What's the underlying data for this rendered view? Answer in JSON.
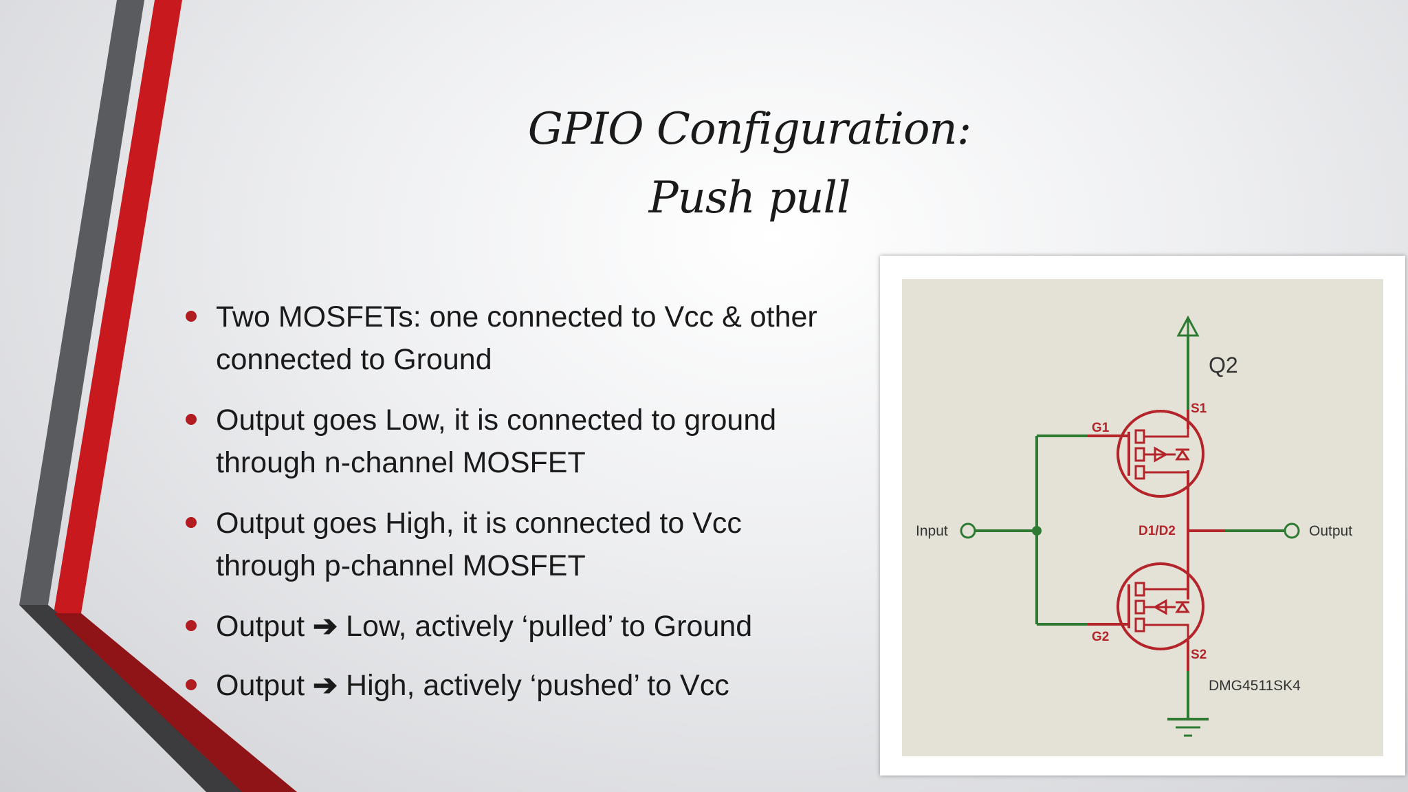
{
  "slide": {
    "title_lines": [
      "GPIO Configuration:",
      "Push pull"
    ],
    "bullets": [
      {
        "lines": [
          "Two MOSFETs: one connected to Vcc & other",
          "connected to Ground"
        ]
      },
      {
        "lines": [
          "Output goes Low, it is connected to ground",
          "through n-channel MOSFET"
        ]
      },
      {
        "lines": [
          "Output goes High, it is connected to Vcc",
          "through p-channel MOSFET"
        ]
      },
      {
        "pre": "Output",
        "arrow": "➔",
        "post": "Low, actively ‘pulled’ to Ground"
      },
      {
        "pre": "Output",
        "arrow": "➔",
        "post": "High, actively ‘pushed’ to Vcc"
      }
    ],
    "colors": {
      "accent_red": "#c8191f",
      "accent_gray": "#5a5b5e",
      "bullet": "#b01c20",
      "wire_green": "#2e7a32",
      "device_red": "#b3242b",
      "schematic_bg": "#e4e2d6"
    }
  },
  "schematic": {
    "part_name": "Q2",
    "pin_s1": "S1",
    "pin_g1": "G1",
    "pin_d": "D1/D2",
    "pin_g2": "G2",
    "pin_s2": "S2",
    "input_label": "Input",
    "output_label": "Output",
    "part_number": "DMG4511SK4"
  }
}
